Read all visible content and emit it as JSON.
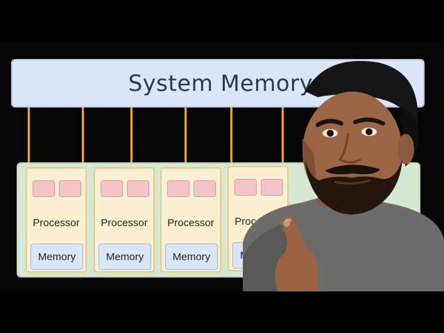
{
  "diagram": {
    "system_memory_label": "System Memory",
    "processors": [
      {
        "label": "Processor",
        "memory_label": "Memory"
      },
      {
        "label": "Processor",
        "memory_label": "Memory"
      },
      {
        "label": "Processor",
        "memory_label": "Memory"
      },
      {
        "label": "Processor",
        "memory_label": "Me"
      }
    ]
  },
  "colors": {
    "system_memory_bg": "#dbe6f8",
    "bus_line": "#f2a900",
    "board_bg": "#d7e8d2",
    "processor_bg": "#fbf1d2",
    "cache_block": "#f3c5c7",
    "memory_chip": "#dae7fa"
  }
}
